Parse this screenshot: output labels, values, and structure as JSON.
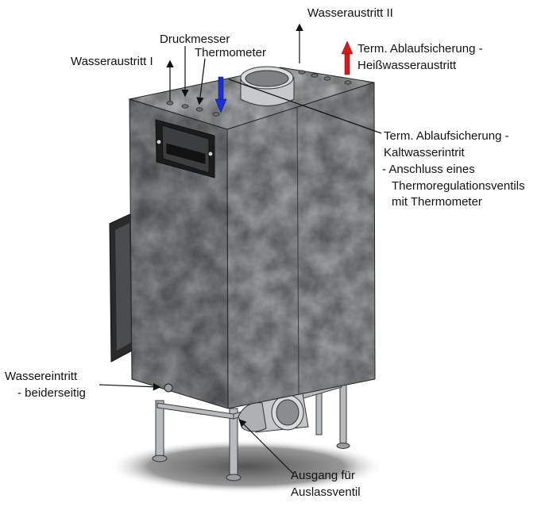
{
  "labels": {
    "wasseraustritt_ii": "Wasseraustritt II",
    "druckmesser": "Druckmesser",
    "thermometer": "Thermometer",
    "wasseraustritt_i": "Wasseraustritt I",
    "term_hot_line1": "Term. Ablaufsicherung -",
    "term_hot_line2": "Heißwasseraustritt",
    "term_cold_line1": "Term. Ablaufsicherung -",
    "term_cold_line2": "Kaltwasserintrit",
    "term_cold_line3": "- Anschluss eines",
    "term_cold_line4": "Thermoregulationsventils",
    "term_cold_line5": "mit Thermometer",
    "wassereintritt_line1": "Wassereintritt",
    "wassereintritt_line2": "- beiderseitig",
    "ausgang_line1": "Ausgang für",
    "ausgang_line2": "Auslassventil"
  },
  "colors": {
    "hot_arrow": "#d81a1a",
    "cold_arrow": "#1a2fd8",
    "leader": "#111111",
    "metal_front": "#8f9294",
    "metal_side": "#a6a9ab",
    "metal_top": "#b9bcbd"
  }
}
